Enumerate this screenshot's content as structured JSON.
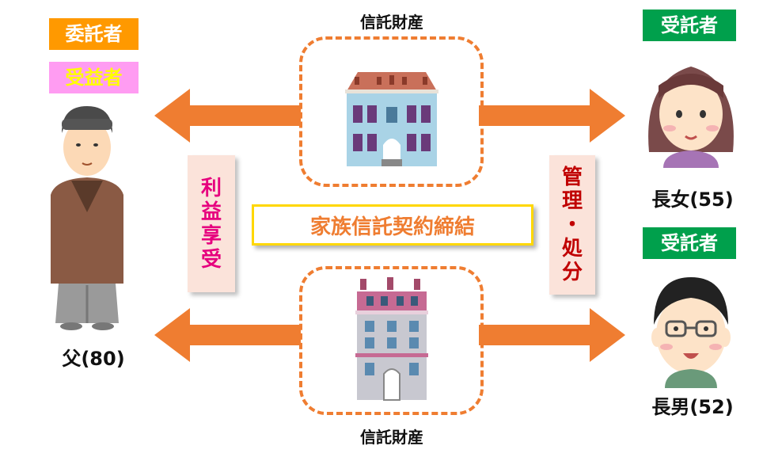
{
  "roles": {
    "settlor": "委託者",
    "beneficiary": "受益者",
    "trustee_daughter": "受託者",
    "trustee_son": "受託者"
  },
  "people": {
    "father": "父(80)",
    "daughter": "長女(55)",
    "son": "長男(52)"
  },
  "property": {
    "top_label": "信託財産",
    "bottom_label": "信託財産"
  },
  "center_title": "家族信託契約締結",
  "left_vertical": [
    "利",
    "益",
    "享",
    "受"
  ],
  "right_vertical": [
    "管",
    "理",
    "・",
    "処",
    "分"
  ],
  "colors": {
    "arrow": "#ef7d31",
    "settlor_badge": "#ff9900",
    "beneficiary_badge": "#ff9cf2",
    "trustee_badge": "#00a04c",
    "left_text": "#e6007e",
    "right_text": "#c00000"
  }
}
